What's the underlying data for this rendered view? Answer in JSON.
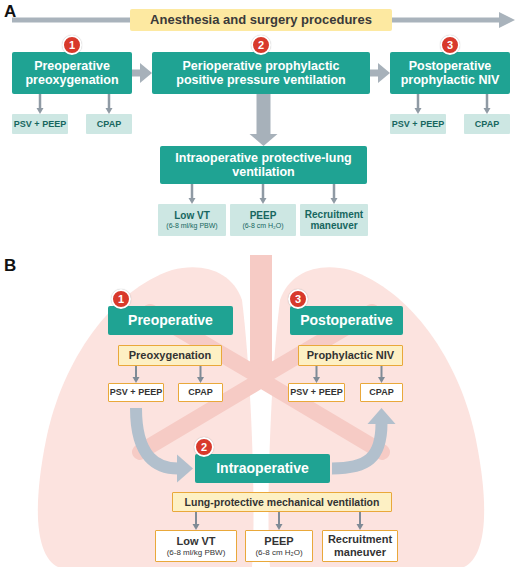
{
  "diagram": {
    "nodes": [
      {
        "text": [
          "Anesthesia and surgery procedures"
        ]
      },
      {
        "text": [
          "Preoperative preoxygenation"
        ]
      },
      {
        "text": [
          "Perioperative prophylactic positive pressure ventilation"
        ]
      },
      {
        "text": [
          "Postoperative prophylactic NIV"
        ]
      },
      {
        "text": [
          "PSV + PEEP"
        ]
      },
      {
        "text": [
          "CPAP"
        ]
      },
      {
        "text": [
          "PSV + PEEP"
        ]
      },
      {
        "text": [
          "CPAP"
        ]
      },
      {
        "text": [
          "Intraoperative protective-lung ventilation"
        ]
      },
      {
        "text": [
          "Low VT",
          "(6-8 ml/kg PBW)"
        ]
      },
      {
        "text": [
          "PEEP",
          "(6-8 cm H₂O)"
        ]
      },
      {
        "text": [
          "Recruitment maneuver"
        ]
      },
      {
        "text": [
          "Preoperative"
        ]
      },
      {
        "text": [
          "Postoperative"
        ]
      },
      {
        "text": [
          "Preoxygenation"
        ]
      },
      {
        "text": [
          "Prophylactic NIV"
        ]
      },
      {
        "text": [
          "PSV + PEEP"
        ]
      },
      {
        "text": [
          "CPAP"
        ]
      },
      {
        "text": [
          "PSV + PEEP"
        ]
      },
      {
        "text": [
          "CPAP"
        ]
      },
      {
        "text": [
          "Intraoperative"
        ]
      },
      {
        "text": [
          "Lung-protective mechanical ventilation"
        ]
      },
      {
        "text": [
          "Low VT",
          "(6-8 ml/kg PBW)"
        ]
      },
      {
        "text": [
          "PEEP",
          "(6-8 cm H₂O)"
        ]
      },
      {
        "text": [
          "Recruitment maneuver"
        ]
      }
    ],
    "edges": [
      {
        "from": 1,
        "to": 2,
        "arrow": "to"
      },
      {
        "from": 2,
        "to": 3,
        "arrow": "to"
      },
      {
        "from": 1,
        "to": 4,
        "arrow": "to"
      },
      {
        "from": 1,
        "to": 5,
        "arrow": "to"
      },
      {
        "from": 3,
        "to": 6,
        "arrow": "to"
      },
      {
        "from": 3,
        "to": 7,
        "arrow": "to"
      },
      {
        "from": 2,
        "to": 8,
        "arrow": "to"
      },
      {
        "from": 8,
        "to": 9,
        "arrow": "to"
      },
      {
        "from": 8,
        "to": 10,
        "arrow": "to"
      },
      {
        "from": 8,
        "to": 11,
        "arrow": "to"
      },
      {
        "from": 14,
        "to": 16,
        "arrow": "to"
      },
      {
        "from": 14,
        "to": 17,
        "arrow": "to"
      },
      {
        "from": 15,
        "to": 18,
        "arrow": "to"
      },
      {
        "from": 15,
        "to": 19,
        "arrow": "to"
      },
      {
        "from": 16,
        "to": 20,
        "arrow": "to"
      },
      {
        "from": 20,
        "to": 19,
        "arrow": "to"
      },
      {
        "from": 21,
        "to": 22,
        "arrow": "to"
      },
      {
        "from": 21,
        "to": 23,
        "arrow": "to"
      },
      {
        "from": 21,
        "to": 24,
        "arrow": "to"
      }
    ],
    "labels": [
      "A",
      "1",
      "2",
      "3",
      "B",
      "1",
      "3",
      "2"
    ]
  }
}
